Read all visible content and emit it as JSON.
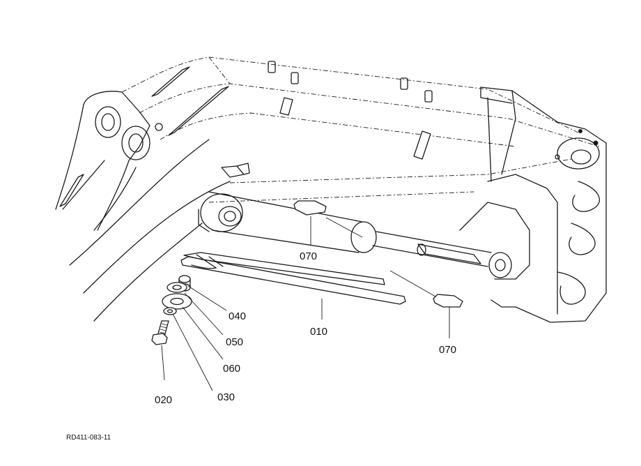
{
  "diagram": {
    "reference_code": "RD411-083-11",
    "callouts": [
      {
        "id": "c010",
        "label": "010"
      },
      {
        "id": "c020",
        "label": "020"
      },
      {
        "id": "c030",
        "label": "030"
      },
      {
        "id": "c040",
        "label": "040"
      },
      {
        "id": "c050",
        "label": "050"
      },
      {
        "id": "c060",
        "label": "060"
      },
      {
        "id": "c070a",
        "label": "070"
      },
      {
        "id": "c070b",
        "label": "070"
      }
    ]
  }
}
